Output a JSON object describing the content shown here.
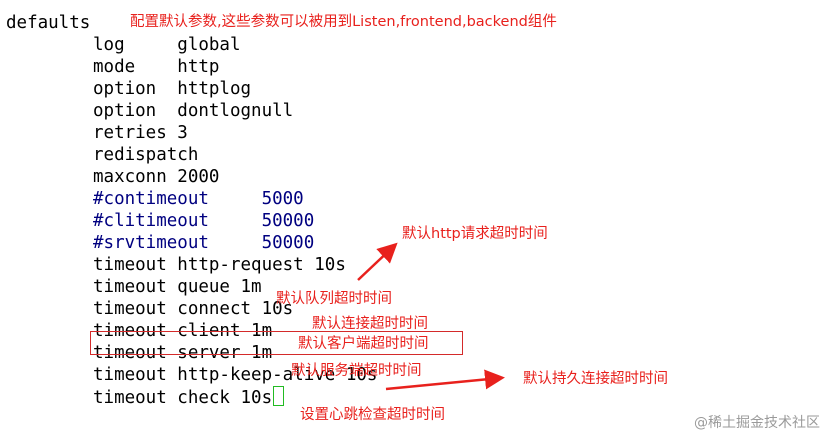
{
  "code_lines": [
    {
      "text": "",
      "indent": false,
      "comment": false,
      "cut": true
    },
    {
      "text": "defaults",
      "indent": false,
      "comment": false
    },
    {
      "text": "log     global",
      "indent": true,
      "comment": false
    },
    {
      "text": "mode    http",
      "indent": true,
      "comment": false
    },
    {
      "text": "option  httplog",
      "indent": true,
      "comment": false
    },
    {
      "text": "option  dontlognull",
      "indent": true,
      "comment": false
    },
    {
      "text": "retries 3",
      "indent": true,
      "comment": false
    },
    {
      "text": "redispatch",
      "indent": true,
      "comment": false
    },
    {
      "text": "maxconn 2000",
      "indent": true,
      "comment": false
    },
    {
      "text": "#contimeout     5000",
      "indent": true,
      "comment": true
    },
    {
      "text": "#clitimeout     50000",
      "indent": true,
      "comment": true
    },
    {
      "text": "#srvtimeout     50000",
      "indent": true,
      "comment": true
    },
    {
      "text": "timeout http-request 10s",
      "indent": true,
      "comment": false
    },
    {
      "text": "timeout queue 1m",
      "indent": true,
      "comment": false
    },
    {
      "text": "timeout connect 10s",
      "indent": true,
      "comment": false
    },
    {
      "text": "timeout client 1m",
      "indent": true,
      "comment": false
    },
    {
      "text": "timeout server 1m",
      "indent": true,
      "comment": false
    },
    {
      "text": "timeout http-keep-alive 10s",
      "indent": true,
      "comment": false
    },
    {
      "text": "timeout check 10s",
      "indent": true,
      "comment": false,
      "cursor": true
    }
  ],
  "annotations": {
    "defaults_desc": "配置默认参数,这些参数可以被用到Listen,frontend,backend组件",
    "http_request": "默认http请求超时时间",
    "queue": "默认队列超时时间",
    "connect": "默认连接超时时间",
    "client": "默认客户端超时时间",
    "server": "默认服务端超时时间",
    "keep_alive": "默认持久连接超时时间",
    "check": "设置心跳检查超时时间"
  },
  "watermark": "@稀土掘金技术社区",
  "colors": {
    "annotation": "#e8211d",
    "comment": "#000080",
    "cursor": "#22bb22",
    "box": "#d42a2a"
  }
}
